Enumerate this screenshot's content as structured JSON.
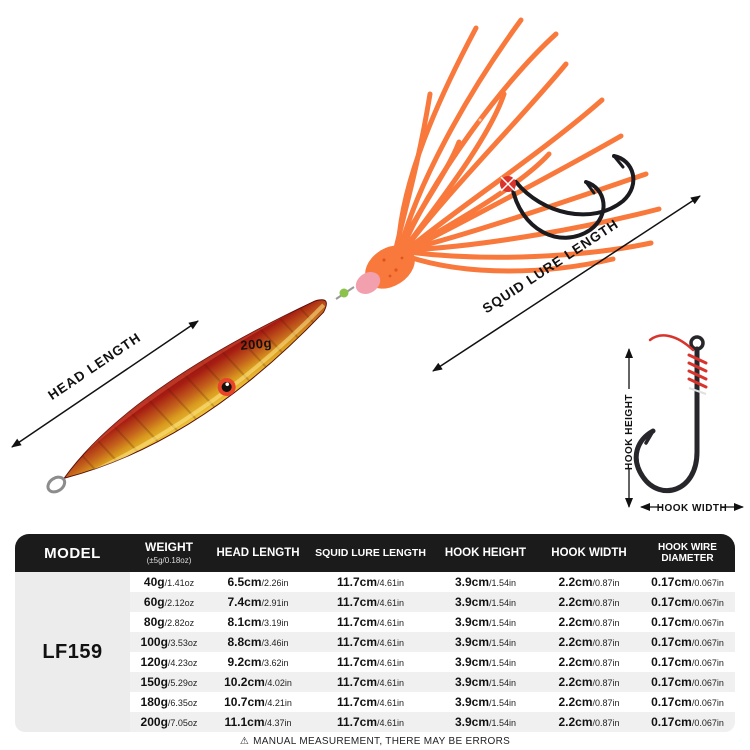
{
  "illustration": {
    "weight_badge": "200g",
    "labels": {
      "head_length": "HEAD LENGTH",
      "squid_lure_length": "SQUID LURE LENGTH",
      "hook_height": "HOOK HEIGHT",
      "hook_width": "HOOK WIDTH"
    },
    "colors": {
      "skirt_orange": "#f8793b",
      "body_red": "#a61c12",
      "body_gold": "#f0c83e",
      "thread_red": "#d8342c"
    }
  },
  "spec_table": {
    "model_header": "MODEL",
    "model_value": "LF159",
    "columns": [
      {
        "label": "WEIGHT",
        "sub": "(±5g/0.18oz)"
      },
      {
        "label": "HEAD LENGTH"
      },
      {
        "label": "SQUID LURE LENGTH"
      },
      {
        "label": "HOOK HEIGHT"
      },
      {
        "label": "HOOK WIDTH"
      },
      {
        "label": "HOOK WIRE DIAMETER"
      }
    ],
    "rows": [
      {
        "weight": "40g",
        "weight_oz": "/1.41oz",
        "head_length": "6.5cm",
        "head_length_in": "/2.26in",
        "squid_length": "11.7cm",
        "squid_length_in": "/4.61in",
        "hook_height": "3.9cm",
        "hook_height_in": "/1.54in",
        "hook_width": "2.2cm",
        "hook_width_in": "/0.87in",
        "wire_diameter": "0.17cm",
        "wire_diameter_in": "/0.067in"
      },
      {
        "weight": "60g",
        "weight_oz": "/2.12oz",
        "head_length": "7.4cm",
        "head_length_in": "/2.91in",
        "squid_length": "11.7cm",
        "squid_length_in": "/4.61in",
        "hook_height": "3.9cm",
        "hook_height_in": "/1.54in",
        "hook_width": "2.2cm",
        "hook_width_in": "/0.87in",
        "wire_diameter": "0.17cm",
        "wire_diameter_in": "/0.067in"
      },
      {
        "weight": "80g",
        "weight_oz": "/2.82oz",
        "head_length": "8.1cm",
        "head_length_in": "/3.19in",
        "squid_length": "11.7cm",
        "squid_length_in": "/4.61in",
        "hook_height": "3.9cm",
        "hook_height_in": "/1.54in",
        "hook_width": "2.2cm",
        "hook_width_in": "/0.87in",
        "wire_diameter": "0.17cm",
        "wire_diameter_in": "/0.067in"
      },
      {
        "weight": "100g",
        "weight_oz": "/3.53oz",
        "head_length": "8.8cm",
        "head_length_in": "/3.46in",
        "squid_length": "11.7cm",
        "squid_length_in": "/4.61in",
        "hook_height": "3.9cm",
        "hook_height_in": "/1.54in",
        "hook_width": "2.2cm",
        "hook_width_in": "/0.87in",
        "wire_diameter": "0.17cm",
        "wire_diameter_in": "/0.067in"
      },
      {
        "weight": "120g",
        "weight_oz": "/4.23oz",
        "head_length": "9.2cm",
        "head_length_in": "/3.62in",
        "squid_length": "11.7cm",
        "squid_length_in": "/4.61in",
        "hook_height": "3.9cm",
        "hook_height_in": "/1.54in",
        "hook_width": "2.2cm",
        "hook_width_in": "/0.87in",
        "wire_diameter": "0.17cm",
        "wire_diameter_in": "/0.067in"
      },
      {
        "weight": "150g",
        "weight_oz": "/5.29oz",
        "head_length": "10.2cm",
        "head_length_in": "/4.02in",
        "squid_length": "11.7cm",
        "squid_length_in": "/4.61in",
        "hook_height": "3.9cm",
        "hook_height_in": "/1.54in",
        "hook_width": "2.2cm",
        "hook_width_in": "/0.87in",
        "wire_diameter": "0.17cm",
        "wire_diameter_in": "/0.067in"
      },
      {
        "weight": "180g",
        "weight_oz": "/6.35oz",
        "head_length": "10.7cm",
        "head_length_in": "/4.21in",
        "squid_length": "11.7cm",
        "squid_length_in": "/4.61in",
        "hook_height": "3.9cm",
        "hook_height_in": "/1.54in",
        "hook_width": "2.2cm",
        "hook_width_in": "/0.87in",
        "wire_diameter": "0.17cm",
        "wire_diameter_in": "/0.067in"
      },
      {
        "weight": "200g",
        "weight_oz": "/7.05oz",
        "head_length": "11.1cm",
        "head_length_in": "/4.37in",
        "squid_length": "11.7cm",
        "squid_length_in": "/4.61in",
        "hook_height": "3.9cm",
        "hook_height_in": "/1.54in",
        "hook_width": "2.2cm",
        "hook_width_in": "/0.87in",
        "wire_diameter": "0.17cm",
        "wire_diameter_in": "/0.067in"
      }
    ]
  },
  "footer": {
    "warning_icon": "⚠",
    "disclaimer": "MANUAL MEASUREMENT, THERE MAY BE ERRORS"
  }
}
